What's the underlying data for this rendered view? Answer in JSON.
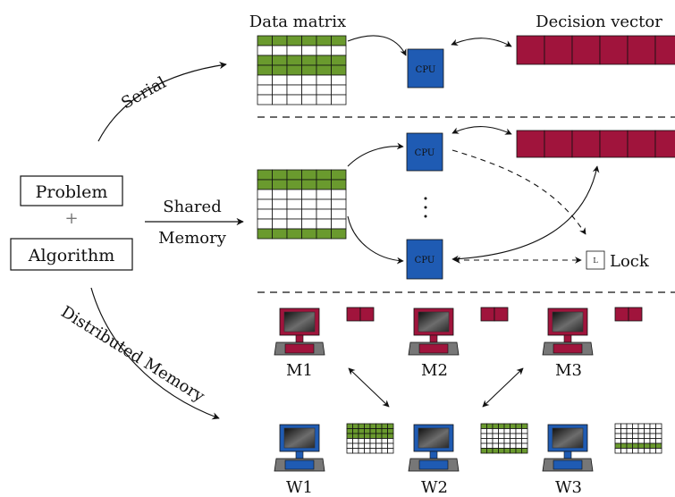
{
  "left": {
    "problem_label": "Problem",
    "plus_label": "+",
    "algorithm_label": "Algorithm"
  },
  "edges": {
    "serial": "Serial",
    "shared_line1": "Shared",
    "shared_line2": "Memory",
    "distributed": "Distributed Memory"
  },
  "serial_panel": {
    "data_matrix_title": "Data matrix",
    "decision_vector_title": "Decision vector",
    "cpu_label": "CPU"
  },
  "shared_panel": {
    "cpu_label": "CPU",
    "lock_box_label": "L",
    "lock_label": "Lock"
  },
  "distributed_panel": {
    "masters": [
      "M1",
      "M2",
      "M3"
    ],
    "workers": [
      "W1",
      "W2",
      "W3"
    ]
  },
  "colors": {
    "green": "#6a9a2e",
    "crimson": "#a0143c",
    "cpu_blue": "#1f5bb3",
    "dark": "#111111"
  }
}
